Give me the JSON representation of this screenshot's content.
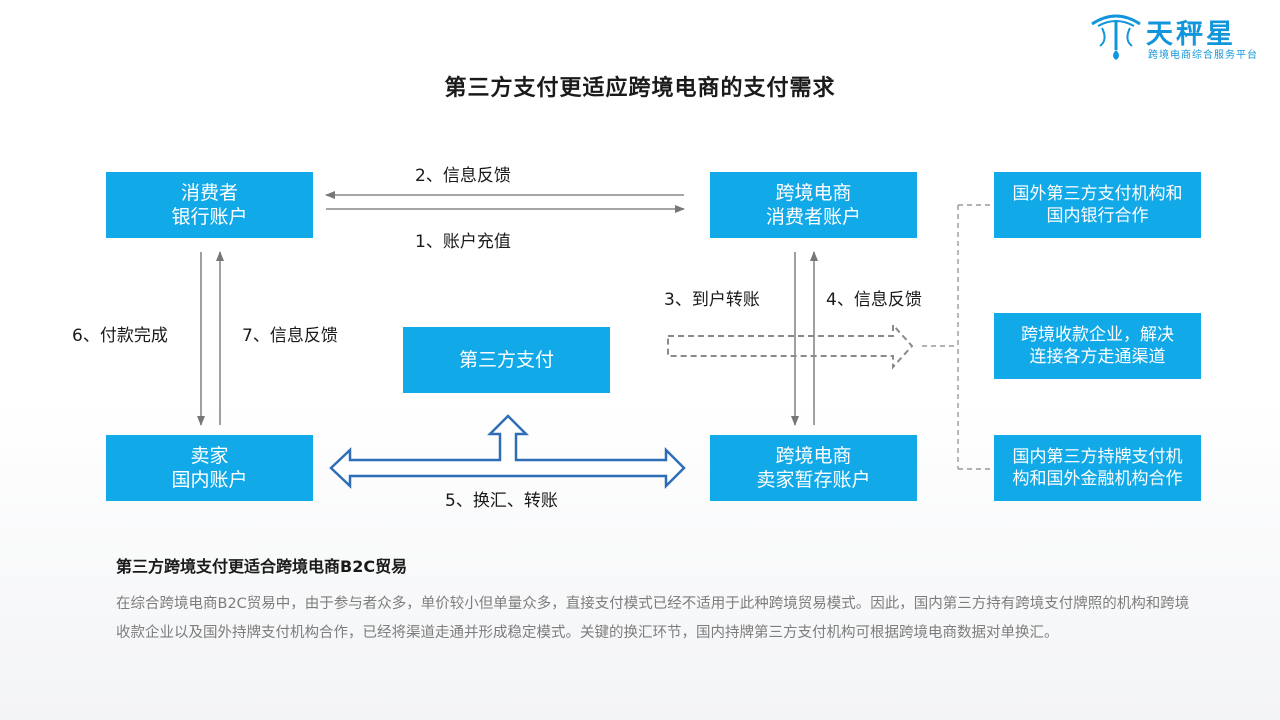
{
  "title": "第三方支付更适应跨境电商的支付需求",
  "logo": {
    "name": "天秤星",
    "tagline": "跨境电商综合服务平台"
  },
  "nodes": {
    "consumer_bank": {
      "line1": "消费者",
      "line2": "银行账户"
    },
    "ecom_consumer": {
      "line1": "跨境电商",
      "line2": "消费者账户"
    },
    "third_party": {
      "line1": "第三方支付"
    },
    "seller_domestic": {
      "line1": "卖家",
      "line2": "国内账户"
    },
    "ecom_seller": {
      "line1": "跨境电商",
      "line2": "卖家暂存账户"
    }
  },
  "side_boxes": [
    {
      "line1": "国外第三方支付机构和",
      "line2": "国内银行合作"
    },
    {
      "line1": "跨境收款企业，解决",
      "line2": "连接各方走通渠道"
    },
    {
      "line1": "国内第三方持牌支付机",
      "line2": "构和国外金融机构合作"
    }
  ],
  "flows": {
    "step1": "1、账户充值",
    "step2": "2、信息反馈",
    "step3": "3、到户转账",
    "step4": "4、信息反馈",
    "step5": "5、换汇、转账",
    "step6": "6、付款完成",
    "step7": "7、信息反馈"
  },
  "section": {
    "heading": "第三方跨境支付更适合跨境电商B2C贸易",
    "body": "在综合跨境电商B2C贸易中，由于参与者众多，单价较小但单量众多，直接支付模式已经不适用于此种跨境贸易模式。因此，国内第三方持有跨境支付牌照的机构和跨境收款企业以及国外持牌支付机构合作，已经将渠道走通并形成稳定模式。关键的换汇环节，国内持牌第三方支付机构可根据跨境电商数据对单换汇。"
  },
  "colors": {
    "box": "#12a9e9",
    "brand": "#1296db",
    "arrow_outline": "#2f6db5",
    "connector": "#8a8a8a"
  }
}
